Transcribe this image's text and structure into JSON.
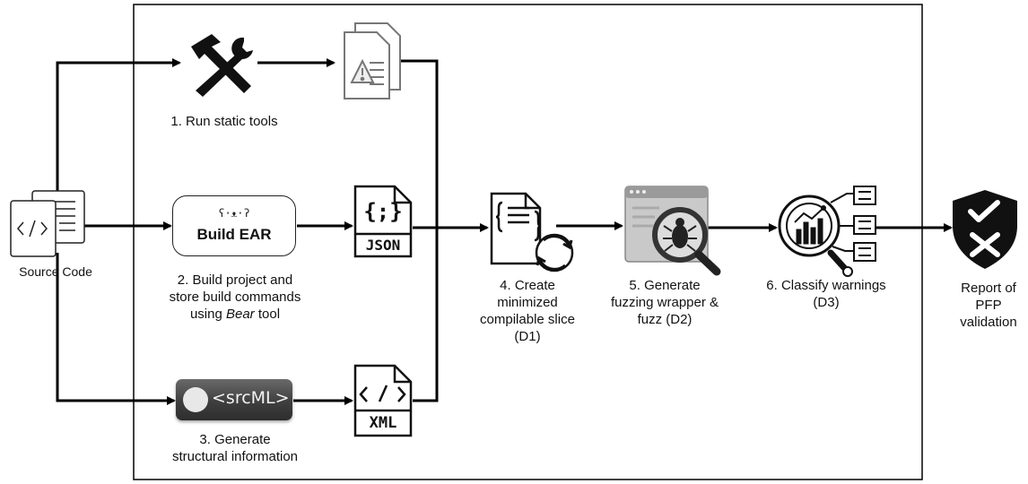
{
  "source": {
    "label": "Source Code"
  },
  "steps": {
    "step1": {
      "label": "1. Run static tools"
    },
    "step2": {
      "box_title": "Build EAR",
      "box_face": "ʕ·ᴥ·ʔ",
      "line1": "2. Build project and",
      "line2": "store build commands",
      "line3_pre": "using ",
      "line3_em": "Bear",
      "line3_post": " tool"
    },
    "step3": {
      "logo_text": "<srcML>",
      "line1": "3. Generate",
      "line2": "structural information"
    },
    "step4": {
      "line1": "4. Create",
      "line2": "minimized",
      "line3": "compilable slice",
      "line4": "(D1)"
    },
    "step5": {
      "line1": "5. Generate",
      "line2": "fuzzing wrapper &",
      "line3": "fuzz (D2)"
    },
    "step6": {
      "line1": "6. Classify warnings",
      "line2": "(D3)"
    }
  },
  "files": {
    "json": {
      "glyph": "{;}",
      "caption": "JSON"
    },
    "xml": {
      "glyph": "</>",
      "caption": "XML"
    }
  },
  "report": {
    "line1": "Report of",
    "line2": "PFP",
    "line3": "validation"
  },
  "icons": {
    "source": "source-code-file-icon",
    "tools": "hammer-wrench-icon",
    "warnings": "warning-report-icon",
    "json": "json-file-icon",
    "xml": "xml-file-icon",
    "slice": "code-slice-cycle-icon",
    "fuzz": "bug-magnifier-icon",
    "classify": "analytics-magnifier-icon",
    "report": "shield-check-icon"
  }
}
